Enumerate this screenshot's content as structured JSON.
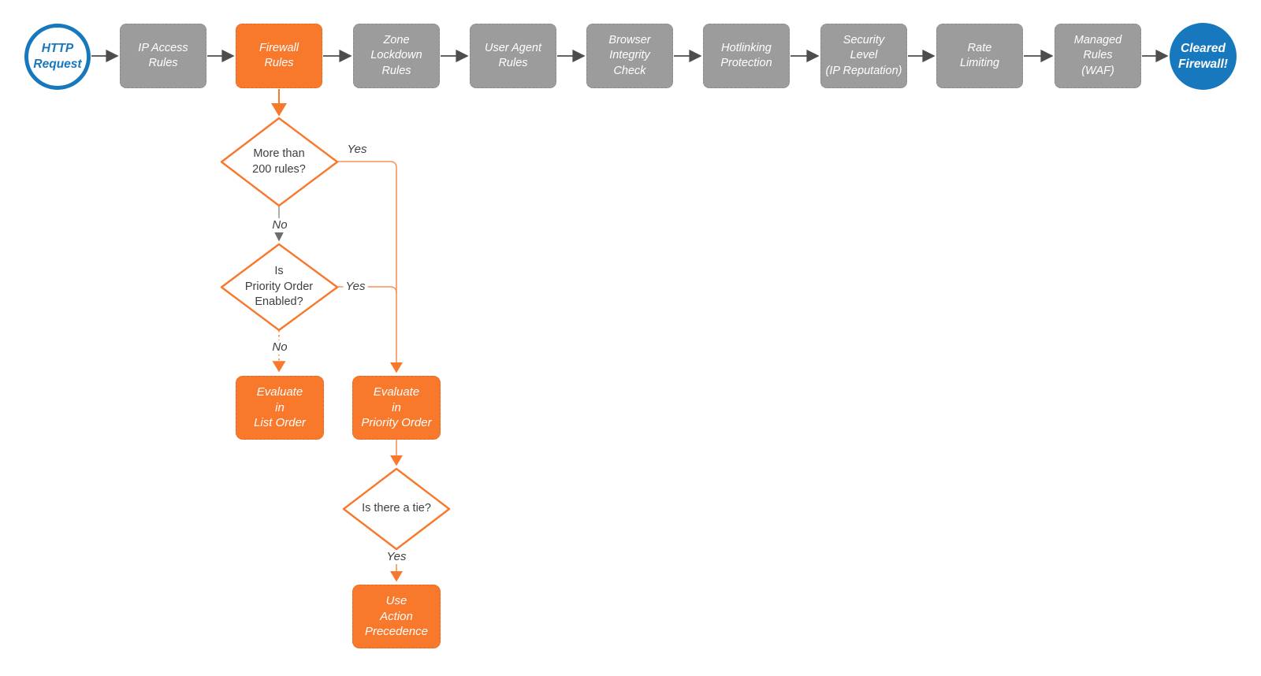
{
  "flow": {
    "start": {
      "label": "HTTP\nRequest"
    },
    "steps": [
      {
        "label": "IP Access\nRules"
      },
      {
        "label": "Firewall\nRules",
        "highlight": true
      },
      {
        "label": "Zone\nLockdown\nRules"
      },
      {
        "label": "User Agent\nRules"
      },
      {
        "label": "Browser\nIntegrity\nCheck"
      },
      {
        "label": "Hotlinking\nProtection"
      },
      {
        "label": "Security\nLevel\n(IP Reputation)"
      },
      {
        "label": "Rate\nLimiting"
      },
      {
        "label": "Managed\nRules\n(WAF)"
      }
    ],
    "end": {
      "label": "Cleared\nFirewall!"
    },
    "decisions": [
      {
        "label": "More than\n200 rules?"
      },
      {
        "label": "Is\nPriority Order\nEnabled?"
      },
      {
        "label": "Is there a tie?"
      }
    ],
    "actions": [
      {
        "label": "Evaluate\nin\nList Order"
      },
      {
        "label": "Evaluate\nin\nPriority Order"
      },
      {
        "label": "Use\nAction\nPrecedence"
      }
    ],
    "edge_labels": {
      "d1_yes": "Yes",
      "d1_no": "No",
      "d2_yes": "Yes",
      "d2_no": "No",
      "d3_yes": "Yes"
    }
  },
  "colors": {
    "accent_orange": "#F8782C",
    "step_gray": "#9C9C9C",
    "brand_blue": "#1878BE",
    "connector_gray": "#4D4D4D",
    "text_dark": "#3F3F3F"
  }
}
